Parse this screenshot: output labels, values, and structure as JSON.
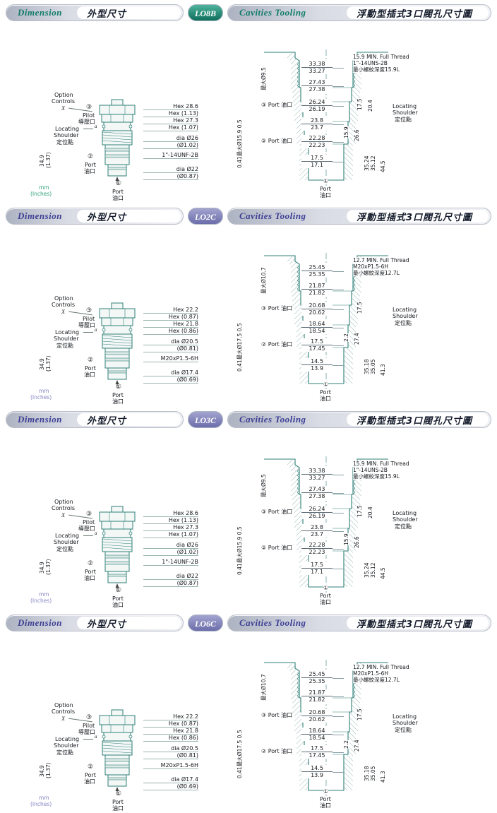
{
  "page": {
    "background": "#ffffff"
  },
  "sections": [
    {
      "code": "LO8B",
      "theme": {
        "accent": "#0f7b68",
        "badge_light": "#4fb39c",
        "badge_dark": "#0e6e5c",
        "units_color": "#2fa077"
      },
      "header": {
        "dimension": "Dimension",
        "dimension_cn": "外型尺寸",
        "cavities": "Cavities Tooling",
        "cavities_cn": "浮動型插式3口閥孔尺寸圖"
      },
      "units": {
        "mm": "mm",
        "inches": "(Inches)"
      },
      "valve": {
        "option_1": "Option",
        "option_2": "Controls",
        "option_x": "X",
        "pilot_num": "③",
        "pilot_label": "Pilot",
        "pilot_cn": "導壓口",
        "a_label": "a",
        "locating_1": "Locating",
        "locating_2": "Shoulder",
        "locating_cn": "定位點",
        "height_mm": "34.9",
        "height_in": "(1.37)",
        "port2_num": "②",
        "port2_label": "Port",
        "port2_cn": "油口",
        "port1_num": "①",
        "port1_label": "Port",
        "port1_cn": "油口",
        "dims": [
          "Hex 28.6",
          "Hex (1.13)",
          "Hex 27.3",
          "Hex (1.07)",
          "dia Ø26",
          "(Ø1.02)",
          "1\"-14UNF-2B",
          "dia Ø22",
          "(Ø0.87)"
        ]
      },
      "cavity": {
        "max_dia": "最大Ø9.5",
        "side_note": "0.41最大Ø15.9 0.5",
        "thread_note": [
          "15.9 MIN. Full Thread",
          "1\"-14UNS-2B",
          "最小螺紋深度15.9L"
        ],
        "bore_dims": [
          [
            "33.38",
            "33.27"
          ],
          [
            "27.43",
            "27.38"
          ],
          [
            "26.24",
            "26.19"
          ],
          [
            "23.8",
            "23.7"
          ],
          [
            "22.28",
            "22.23"
          ],
          [
            "17.5",
            "17.1"
          ]
        ],
        "port3": "③ Port 油口",
        "port2": "② Port 油口",
        "port1_num": "①",
        "port1_label": "Port",
        "port1_cn": "油口",
        "right_dims": [
          "17.5",
          "20.4",
          "15.9",
          "26.6"
        ],
        "depth_pair": [
          "35.24",
          "35.12"
        ],
        "depth_total": "44.5",
        "locating_1": "Locating",
        "locating_2": "Shoulder",
        "locating_cn": "定位點"
      }
    },
    {
      "code": "LO2C",
      "theme": {
        "accent": "#3c3f94",
        "badge_light": "#a3a4cf",
        "badge_dark": "#6b6dab",
        "units_color": "#8486c4"
      },
      "header": {
        "dimension": "Dimension",
        "dimension_cn": "外型尺寸",
        "cavities": "Cavities Tooling",
        "cavities_cn": "浮動型插式3口閥孔尺寸圖"
      },
      "units": {
        "mm": "mm",
        "inches": "(Inches)"
      },
      "valve": {
        "option_1": "Option",
        "option_2": "Controls",
        "option_x": "X",
        "pilot_num": "③",
        "pilot_label": "Pilot",
        "pilot_cn": "導壓口",
        "a_label": "a",
        "locating_1": "Locating",
        "locating_2": "Shoulder",
        "locating_cn": "定位點",
        "height_mm": "34.9",
        "height_in": "(1.37)",
        "port2_num": "②",
        "port2_label": "Port",
        "port2_cn": "油口",
        "port1_num": "①",
        "port1_label": "Port",
        "port1_cn": "油口",
        "dims": [
          "Hex 22.2",
          "Hex (0.87)",
          "Hex 21.8",
          "Hex (0.86)",
          "dia Ø20.5",
          "(Ø0.81)",
          "M20xP1.5-6H",
          "dia Ø17.4",
          "(Ø0.69)"
        ]
      },
      "cavity": {
        "max_dia": "最大Ø10.7",
        "side_note": "0.41最大Ø17.5 0.5",
        "thread_note": [
          "12.7 MIN. Full Thread",
          "M20xP1.5-6H",
          "最小螺紋深度12.7L"
        ],
        "bore_dims": [
          [
            "25.45",
            "25.35"
          ],
          [
            "21.87",
            "21.82"
          ],
          [
            "20.68",
            "20.62"
          ],
          [
            "18.64",
            "18.54"
          ],
          [
            "17.5",
            "17.45"
          ],
          [
            "14.5",
            "13.9"
          ]
        ],
        "port3": "③ Port 油口",
        "port2": "② Port 油口",
        "port1_num": "①",
        "port1_label": "Port",
        "port1_cn": "油口",
        "right_dims": [
          "17.5",
          "",
          "2.2",
          "27.4"
        ],
        "depth_pair": [
          "35.18",
          "35.05"
        ],
        "depth_total": "41.3",
        "locating_1": "Locating",
        "locating_2": "Shoulder",
        "locating_cn": "定位點"
      }
    },
    {
      "code": "LO3C",
      "theme": {
        "accent": "#3c3f94",
        "badge_light": "#a3a4cf",
        "badge_dark": "#6b6dab",
        "units_color": "#8486c4"
      },
      "header": {
        "dimension": "Dimension",
        "dimension_cn": "外型尺寸",
        "cavities": "Cavities Tooling",
        "cavities_cn": "浮動型插式3口閥孔尺寸圖"
      },
      "units": {
        "mm": "mm",
        "inches": "(Inches)"
      },
      "valve": {
        "option_1": "Option",
        "option_2": "Controls",
        "option_x": "X",
        "pilot_num": "③",
        "pilot_label": "Pilot",
        "pilot_cn": "導壓口",
        "a_label": "a",
        "locating_1": "Locating",
        "locating_2": "Shoulder",
        "locating_cn": "定位點",
        "height_mm": "34.9",
        "height_in": "(1.37)",
        "port2_num": "②",
        "port2_label": "Port",
        "port2_cn": "油口",
        "port1_num": "①",
        "port1_label": "Port",
        "port1_cn": "油口",
        "dims": [
          "Hex 28.6",
          "Hex (1.13)",
          "Hex 27.3",
          "Hex (1.07)",
          "dia Ø26",
          "(Ø1.02)",
          "1\"-14UNF-2B",
          "dia Ø22",
          "(Ø0.87)"
        ]
      },
      "cavity": {
        "max_dia": "最大Ø9.5",
        "side_note": "0.41最大Ø15.9 0.5",
        "thread_note": [
          "15.9 MIN. Full Thread",
          "1\"-14UNS-2B",
          "最小螺紋深度15.9L"
        ],
        "bore_dims": [
          [
            "33.38",
            "33.27"
          ],
          [
            "27.43",
            "27.38"
          ],
          [
            "26.24",
            "26.19"
          ],
          [
            "23.8",
            "23.7"
          ],
          [
            "22.28",
            "22.23"
          ],
          [
            "17.5",
            "17.1"
          ]
        ],
        "port3": "③ Port 油口",
        "port2": "② Port 油口",
        "port1_num": "①",
        "port1_label": "Port",
        "port1_cn": "油口",
        "right_dims": [
          "17.5",
          "20.4",
          "15.9",
          "26.6"
        ],
        "depth_pair": [
          "35.24",
          "35.12"
        ],
        "depth_total": "44.5",
        "locating_1": "Locating",
        "locating_2": "Shoulder",
        "locating_cn": "定位點"
      }
    },
    {
      "code": "LO6C",
      "theme": {
        "accent": "#3c3f94",
        "badge_light": "#a3a4cf",
        "badge_dark": "#6b6dab",
        "units_color": "#8486c4"
      },
      "header": {
        "dimension": "Dimension",
        "dimension_cn": "外型尺寸",
        "cavities": "Cavities Tooling",
        "cavities_cn": "浮動型插式3口閥孔尺寸圖"
      },
      "units": {
        "mm": "mm",
        "inches": "(Inches)"
      },
      "valve": {
        "option_1": "Option",
        "option_2": "Controls",
        "option_x": "X",
        "pilot_num": "③",
        "pilot_label": "Pilot",
        "pilot_cn": "導壓口",
        "a_label": "a",
        "locating_1": "Locating",
        "locating_2": "Shoulder",
        "locating_cn": "定位點",
        "height_mm": "34.9",
        "height_in": "(1.37)",
        "port2_num": "②",
        "port2_label": "Port",
        "port2_cn": "油口",
        "port1_num": "①",
        "port1_label": "Port",
        "port1_cn": "油口",
        "dims": [
          "Hex 22.2",
          "Hex (0.87)",
          "Hex 21.8",
          "Hex (0.86)",
          "dia Ø20.5",
          "(Ø0.81)",
          "M20xP1.5-6H",
          "dia Ø17.4",
          "(Ø0.69)"
        ]
      },
      "cavity": {
        "max_dia": "最大Ø10.7",
        "side_note": "0.41最大Ø17.5 0.5",
        "thread_note": [
          "12.7 MIN. Full Thread",
          "M20xP1.5-6H",
          "最小螺紋深度12.7L"
        ],
        "bore_dims": [
          [
            "25.45",
            "25.35"
          ],
          [
            "21.87",
            "21.82"
          ],
          [
            "20.68",
            "20.62"
          ],
          [
            "18.64",
            "18.54"
          ],
          [
            "17.5",
            "17.45"
          ],
          [
            "14.5",
            "13.9"
          ]
        ],
        "port3": "③ Port 油口",
        "port2": "② Port 油口",
        "port1_num": "①",
        "port1_label": "Port",
        "port1_cn": "油口",
        "right_dims": [
          "17.5",
          "",
          "2.2",
          "27.4"
        ],
        "depth_pair": [
          "35.18",
          "35.05"
        ],
        "depth_total": "41.3",
        "locating_1": "Locating",
        "locating_2": "Shoulder",
        "locating_cn": "定位點"
      }
    }
  ]
}
